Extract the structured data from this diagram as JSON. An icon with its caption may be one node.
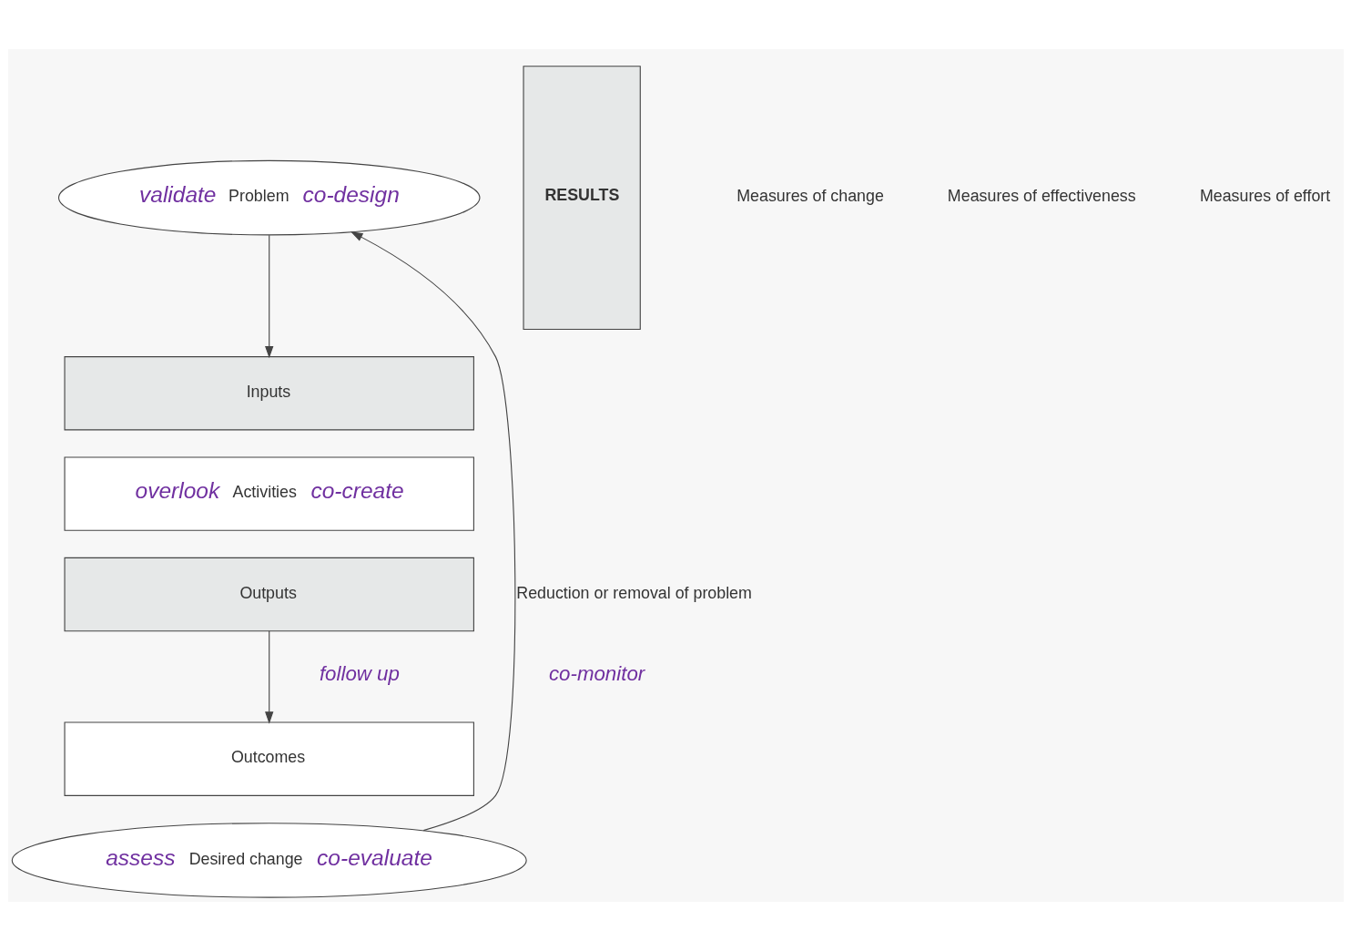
{
  "diagram": {
    "nodes": [
      {
        "text": [
          "validate",
          "Problem",
          "co-design"
        ]
      },
      {
        "text": [
          "Inputs"
        ]
      },
      {
        "text": [
          "overlook",
          "Activities",
          "co-create"
        ]
      },
      {
        "text": [
          "Outputs"
        ]
      },
      {
        "text": [
          "Outcomes"
        ]
      },
      {
        "text": [
          "assess",
          "Desired change",
          "co-evaluate"
        ]
      },
      {
        "text": [
          "RESULTS"
        ],
        "beside": [
          "Measures of effort",
          "Measures of effectiveness",
          "Measures of change"
        ]
      }
    ],
    "edges": [
      {
        "from": 0,
        "to": 1,
        "arrow": "to"
      },
      {
        "from": 3,
        "to": 4,
        "arrow": "to"
      },
      {
        "from": 5,
        "to": 0,
        "arrow": "to",
        "label": "Reduction or removal of problem"
      }
    ],
    "labels": [
      "follow up",
      "co-monitor"
    ]
  }
}
